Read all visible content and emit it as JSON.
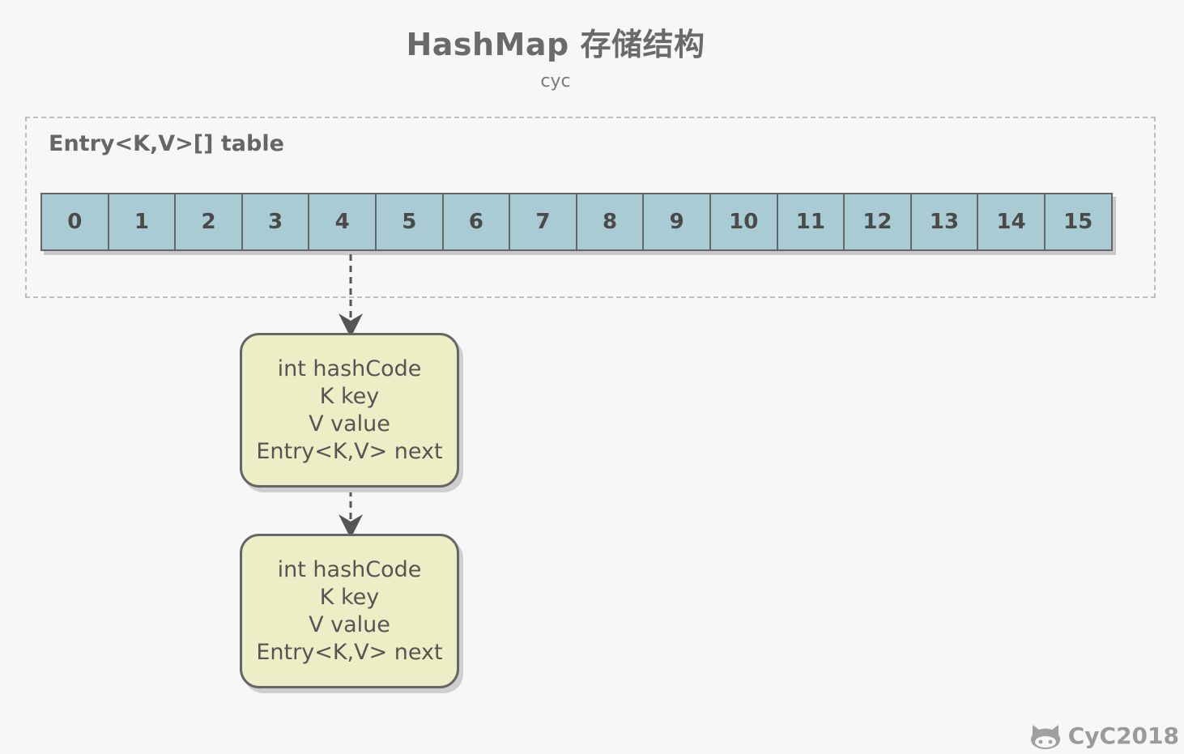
{
  "diagram": {
    "title": "HashMap 存储结构",
    "subtitle": "cyc",
    "table_label": "Entry<K,V>[] table",
    "table_indices": [
      "0",
      "1",
      "2",
      "3",
      "4",
      "5",
      "6",
      "7",
      "8",
      "9",
      "10",
      "11",
      "12",
      "13",
      "14",
      "15"
    ],
    "entries": [
      {
        "fields": [
          "int hashCode",
          "K key",
          "V value",
          "Entry<K,V> next"
        ]
      },
      {
        "fields": [
          "int hashCode",
          "K key",
          "V value",
          "Entry<K,V> next"
        ]
      }
    ],
    "links": [
      {
        "from": "table-cell-4",
        "to": "entry-node-1"
      },
      {
        "from": "entry-node-1",
        "to": "entry-node-2"
      }
    ],
    "colors": {
      "cell_fill": "#a9cbd3",
      "node_fill": "#eeeec6",
      "stroke": "#666666",
      "background": "#f7f7f7"
    },
    "watermark": {
      "text": "CyC2018",
      "icon": "github-octocat-icon"
    }
  }
}
